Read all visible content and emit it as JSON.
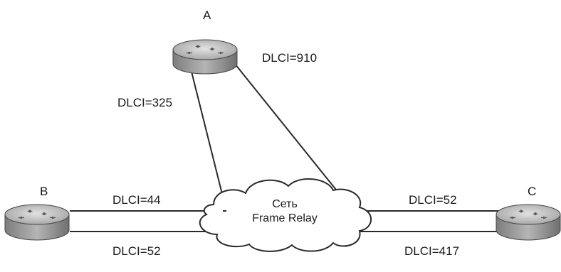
{
  "routers": {
    "a": {
      "label": "A"
    },
    "b": {
      "label": "B"
    },
    "c": {
      "label": "C"
    }
  },
  "cloud": {
    "line1": "Сеть",
    "line2": "Frame Relay"
  },
  "dlci": {
    "a_to_b": "DLCI=325",
    "a_to_c": "DLCI=910",
    "b_to_a": "DLCI=44",
    "b_to_c": "DLCI=52",
    "c_to_a": "DLCI=52",
    "c_to_b": "DLCI=417"
  },
  "colors": {
    "line": "#2a2a2a",
    "router_body": "#9a9a9a",
    "router_top": "#c9c9c9",
    "cloud_fill": "#ffffff"
  }
}
